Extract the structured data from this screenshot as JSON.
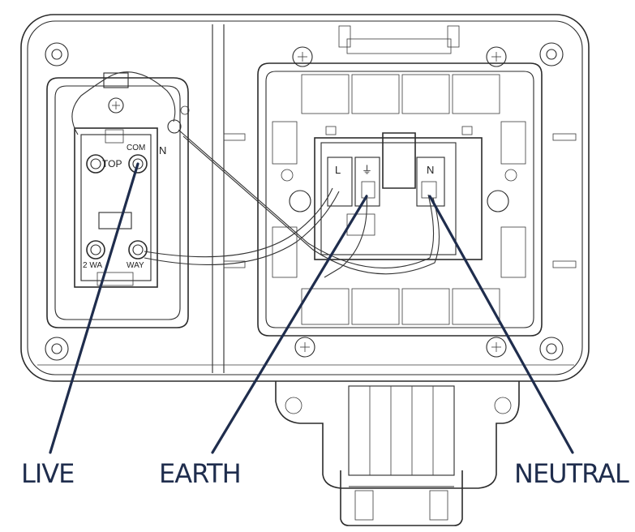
{
  "callouts": {
    "live": "LIVE",
    "earth": "EARTH",
    "neutral": "NEUTRAL"
  },
  "switch_labels": {
    "com": "COM",
    "top": "TOP",
    "two_way_left": "2 WA",
    "two_way_right": "WAY",
    "n_mark": "N"
  },
  "socket_labels": {
    "l": "L",
    "earth_symbol": "⏚",
    "n": "N"
  },
  "colors": {
    "leader": "#1f2d4d",
    "outline": "#2b2b2b"
  }
}
